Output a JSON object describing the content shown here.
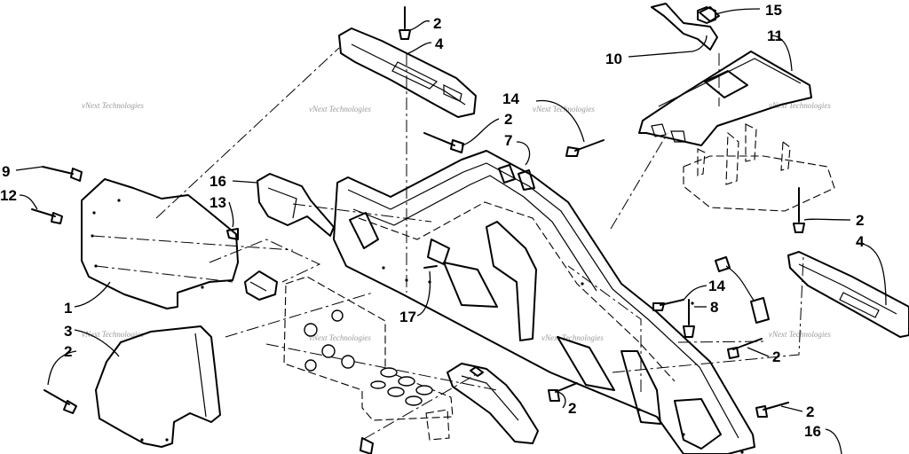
{
  "diagram": {
    "watermark_text": "vNext Technologies",
    "callouts": [
      {
        "id": "c2-top",
        "label": "2"
      },
      {
        "id": "c4-top",
        "label": "4"
      },
      {
        "id": "c15",
        "label": "15"
      },
      {
        "id": "c10",
        "label": "10"
      },
      {
        "id": "c11",
        "label": "11"
      },
      {
        "id": "c14-top",
        "label": "14"
      },
      {
        "id": "c2-mid",
        "label": "2"
      },
      {
        "id": "c7",
        "label": "7"
      },
      {
        "id": "c9",
        "label": "9"
      },
      {
        "id": "c12",
        "label": "12"
      },
      {
        "id": "c16-left",
        "label": "16"
      },
      {
        "id": "c13",
        "label": "13"
      },
      {
        "id": "c1",
        "label": "1"
      },
      {
        "id": "c3",
        "label": "3"
      },
      {
        "id": "c2-left",
        "label": "2"
      },
      {
        "id": "c17",
        "label": "17"
      },
      {
        "id": "c14-right",
        "label": "14"
      },
      {
        "id": "c8",
        "label": "8"
      },
      {
        "id": "c2-right",
        "label": "2"
      },
      {
        "id": "c4-right",
        "label": "4"
      },
      {
        "id": "c2-lowright",
        "label": "2"
      },
      {
        "id": "c2-bottom",
        "label": "2"
      },
      {
        "id": "c2-bottomright",
        "label": "2"
      },
      {
        "id": "c16-bottom",
        "label": "16"
      }
    ]
  }
}
